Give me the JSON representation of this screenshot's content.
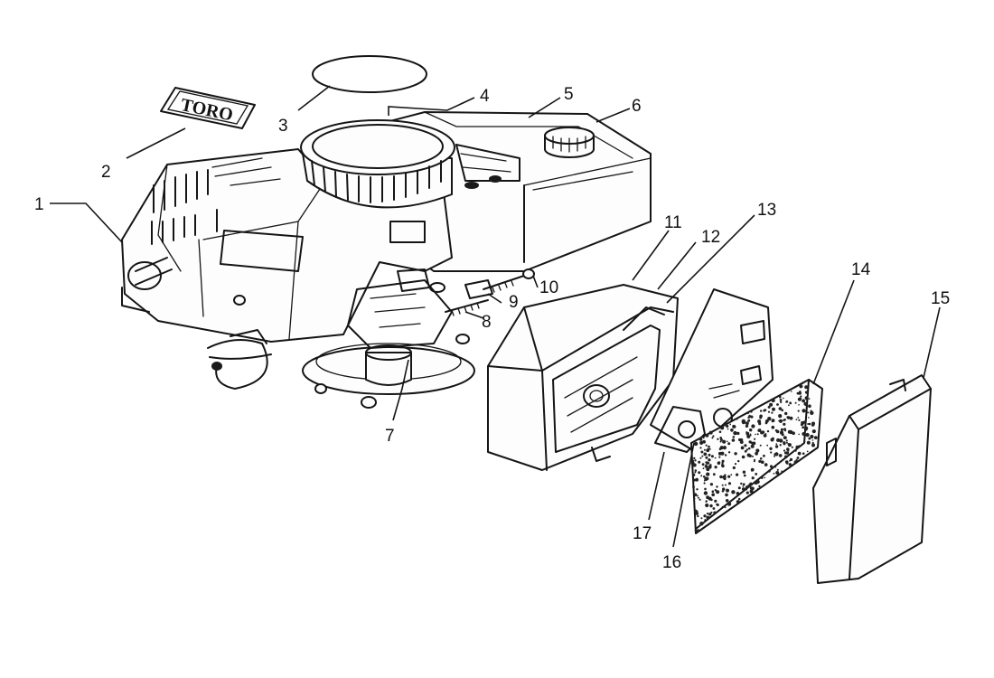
{
  "diagram": {
    "logo_text": "TORO",
    "part_numbers": [
      "1",
      "2",
      "3",
      "4",
      "5",
      "6",
      "7",
      "8",
      "9",
      "10",
      "11",
      "12",
      "13",
      "14",
      "15",
      "16",
      "17"
    ]
  }
}
